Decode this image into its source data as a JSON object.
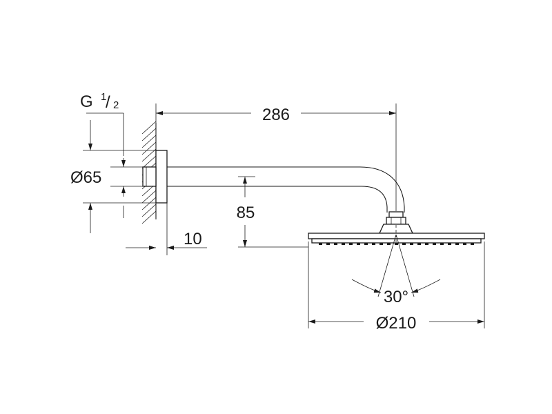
{
  "dimensions": {
    "thread_main": "G",
    "thread_num": "1",
    "thread_den": "2",
    "flange_diameter": "Ø65",
    "arm_length": "286",
    "drop_height": "85",
    "wall_offset": "10",
    "swivel_angle": "30°",
    "head_diameter": "Ø210"
  }
}
